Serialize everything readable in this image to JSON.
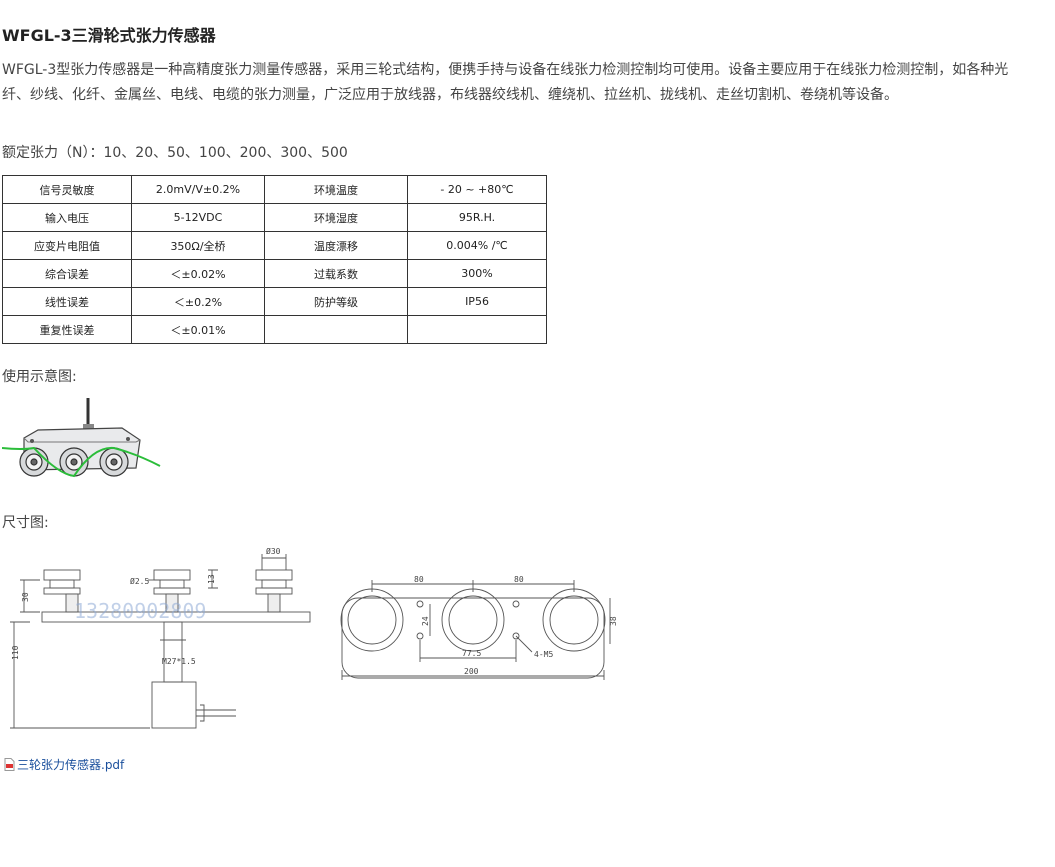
{
  "title": "WFGL-3三滑轮式张力传感器",
  "intro": "WFGL-3型张力传感器是一种高精度张力测量传感器，采用三轮式结构，便携手持与设备在线张力检测控制均可使用。设备主要应用于在线张力检测控制，如各种光纤、纱线、化纤、金属丝、电线、电缆的张力测量，广泛应用于放线器，布线器绞线机、缠绕机、拉丝机、拢线机、走丝切割机、卷绕机等设备。",
  "rated_tension": "额定张力（N）：10、20、50、100、200、300、500",
  "spec_table": [
    [
      "信号灵敏度",
      "2.0mV/V±0.2%",
      "环境温度",
      "- 20 ~ +80℃"
    ],
    [
      "输入电压",
      "5-12VDC",
      "环境湿度",
      "95R.H."
    ],
    [
      "应变片电阻值",
      "350Ω/全桥",
      "温度漂移",
      "0.004% /℃"
    ],
    [
      "综合误差",
      "＜±0.02%",
      "过载系数",
      "300%"
    ],
    [
      "线性误差",
      "＜±0.2%",
      "防护等级",
      "IP56"
    ],
    [
      "重复性误差",
      "＜±0.01%",
      "",
      ""
    ]
  ],
  "usage_label": "使用示意图:",
  "dimension_label": "尺寸图:",
  "drawing": {
    "d30": "Ø30",
    "d25": "Ø2.5",
    "h13": "13",
    "h30": "30",
    "h110": "110",
    "thread": "M27*1.5",
    "watermark": "13280902809",
    "w80a": "80",
    "w80b": "80",
    "h24": "24",
    "h38": "38",
    "w77": "77.5",
    "holes": "4-M5",
    "w200": "200"
  },
  "pdf_link": "三轮张力传感器.pdf"
}
